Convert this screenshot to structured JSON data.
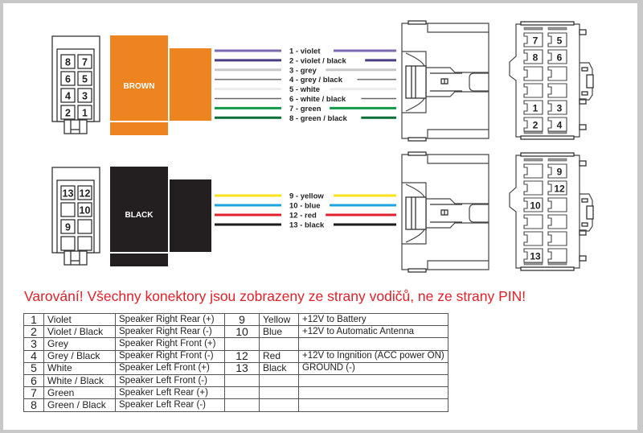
{
  "connectors": [
    {
      "block_label": "BROWN",
      "block_color": "#ee8420",
      "plug_pin_grid": [
        [
          "8",
          "7"
        ],
        [
          "6",
          "5"
        ],
        [
          "4",
          "3"
        ],
        [
          "2",
          "1"
        ]
      ],
      "socket_pin_grid": [
        [
          "7",
          "5"
        ],
        [
          "8",
          "6"
        ],
        [
          "",
          ""
        ],
        [
          "",
          ""
        ],
        [
          "1",
          "3"
        ],
        [
          "2",
          "4"
        ]
      ],
      "wires": [
        {
          "label": "1 - violet",
          "color": "#7a6bb0",
          "thickness": "thick"
        },
        {
          "label": "2 - violet / black",
          "color": "#4a3e80",
          "thickness": "thick"
        },
        {
          "label": "3 - grey",
          "color": "#c8c8c8",
          "thickness": "thick"
        },
        {
          "label": "4 - grey / black",
          "color": "#777777",
          "thickness": "thin"
        },
        {
          "label": "5 - white",
          "color": "#ececec",
          "thickness": "thick"
        },
        {
          "label": "6 - white / black",
          "color": "#666666",
          "thickness": "thin"
        },
        {
          "label": "7 - green",
          "color": "#13984a",
          "thickness": "thick"
        },
        {
          "label": "8 - green / black",
          "color": "#0d6e38",
          "thickness": "thick"
        }
      ]
    },
    {
      "block_label": "BLACK",
      "block_color": "#231f20",
      "plug_pin_grid": [
        [
          "13",
          "12"
        ],
        [
          "",
          "10"
        ],
        [
          "9",
          ""
        ],
        [
          "",
          ""
        ]
      ],
      "socket_pin_grid": [
        [
          "",
          "9"
        ],
        [
          "",
          "12"
        ],
        [
          "10",
          ""
        ],
        [
          "",
          ""
        ],
        [
          "",
          ""
        ],
        [
          "13",
          ""
        ]
      ],
      "wires": [
        {
          "label": "9 - yellow",
          "color": "#f9e21b",
          "thickness": "thick"
        },
        {
          "label": "10 - blue",
          "color": "#1ea4e0",
          "thickness": "thick"
        },
        {
          "label": "12 - red",
          "color": "#e0202a",
          "thickness": "thick"
        },
        {
          "label": "13 - black",
          "color": "#1a1a1a",
          "thickness": "thick"
        }
      ]
    }
  ],
  "warning": "Varování! Všechny konektory jsou zobrazeny ze strany vodičů, ne ze strany PIN!",
  "warning_color": "#e0212a",
  "pin_table": {
    "rows": [
      {
        "pin": "1",
        "color": "Violet",
        "function": "Speaker Right Rear (+)",
        "pin2": "9",
        "color2": "Yellow",
        "function2": "+12V to Battery"
      },
      {
        "pin": "2",
        "color": "Violet / Black",
        "function": "Speaker Right Rear (-)",
        "pin2": "10",
        "color2": "Blue",
        "function2": "+12V to Automatic Antenna"
      },
      {
        "pin": "3",
        "color": "Grey",
        "function": "Speaker Right Front (+)",
        "pin2": "",
        "color2": "",
        "function2": ""
      },
      {
        "pin": "4",
        "color": "Grey / Black",
        "function": "Speaker Right Front (-)",
        "pin2": "12",
        "color2": "Red",
        "function2": "+12V to Ingnition (ACC power ON)"
      },
      {
        "pin": "5",
        "color": "White",
        "function": "Speaker Left Front (+)",
        "pin2": "13",
        "color2": "Black",
        "function2": "GROUND (-)"
      },
      {
        "pin": "6",
        "color": "White / Black",
        "function": "Speaker Left Front (-)",
        "pin2": "",
        "color2": "",
        "function2": ""
      },
      {
        "pin": "7",
        "color": "Green",
        "function": "Speaker Left Rear (+)",
        "pin2": "",
        "color2": "",
        "function2": ""
      },
      {
        "pin": "8",
        "color": "Green / Black",
        "function": "Speaker Left Rear (-)",
        "pin2": "",
        "color2": "",
        "function2": ""
      }
    ]
  }
}
